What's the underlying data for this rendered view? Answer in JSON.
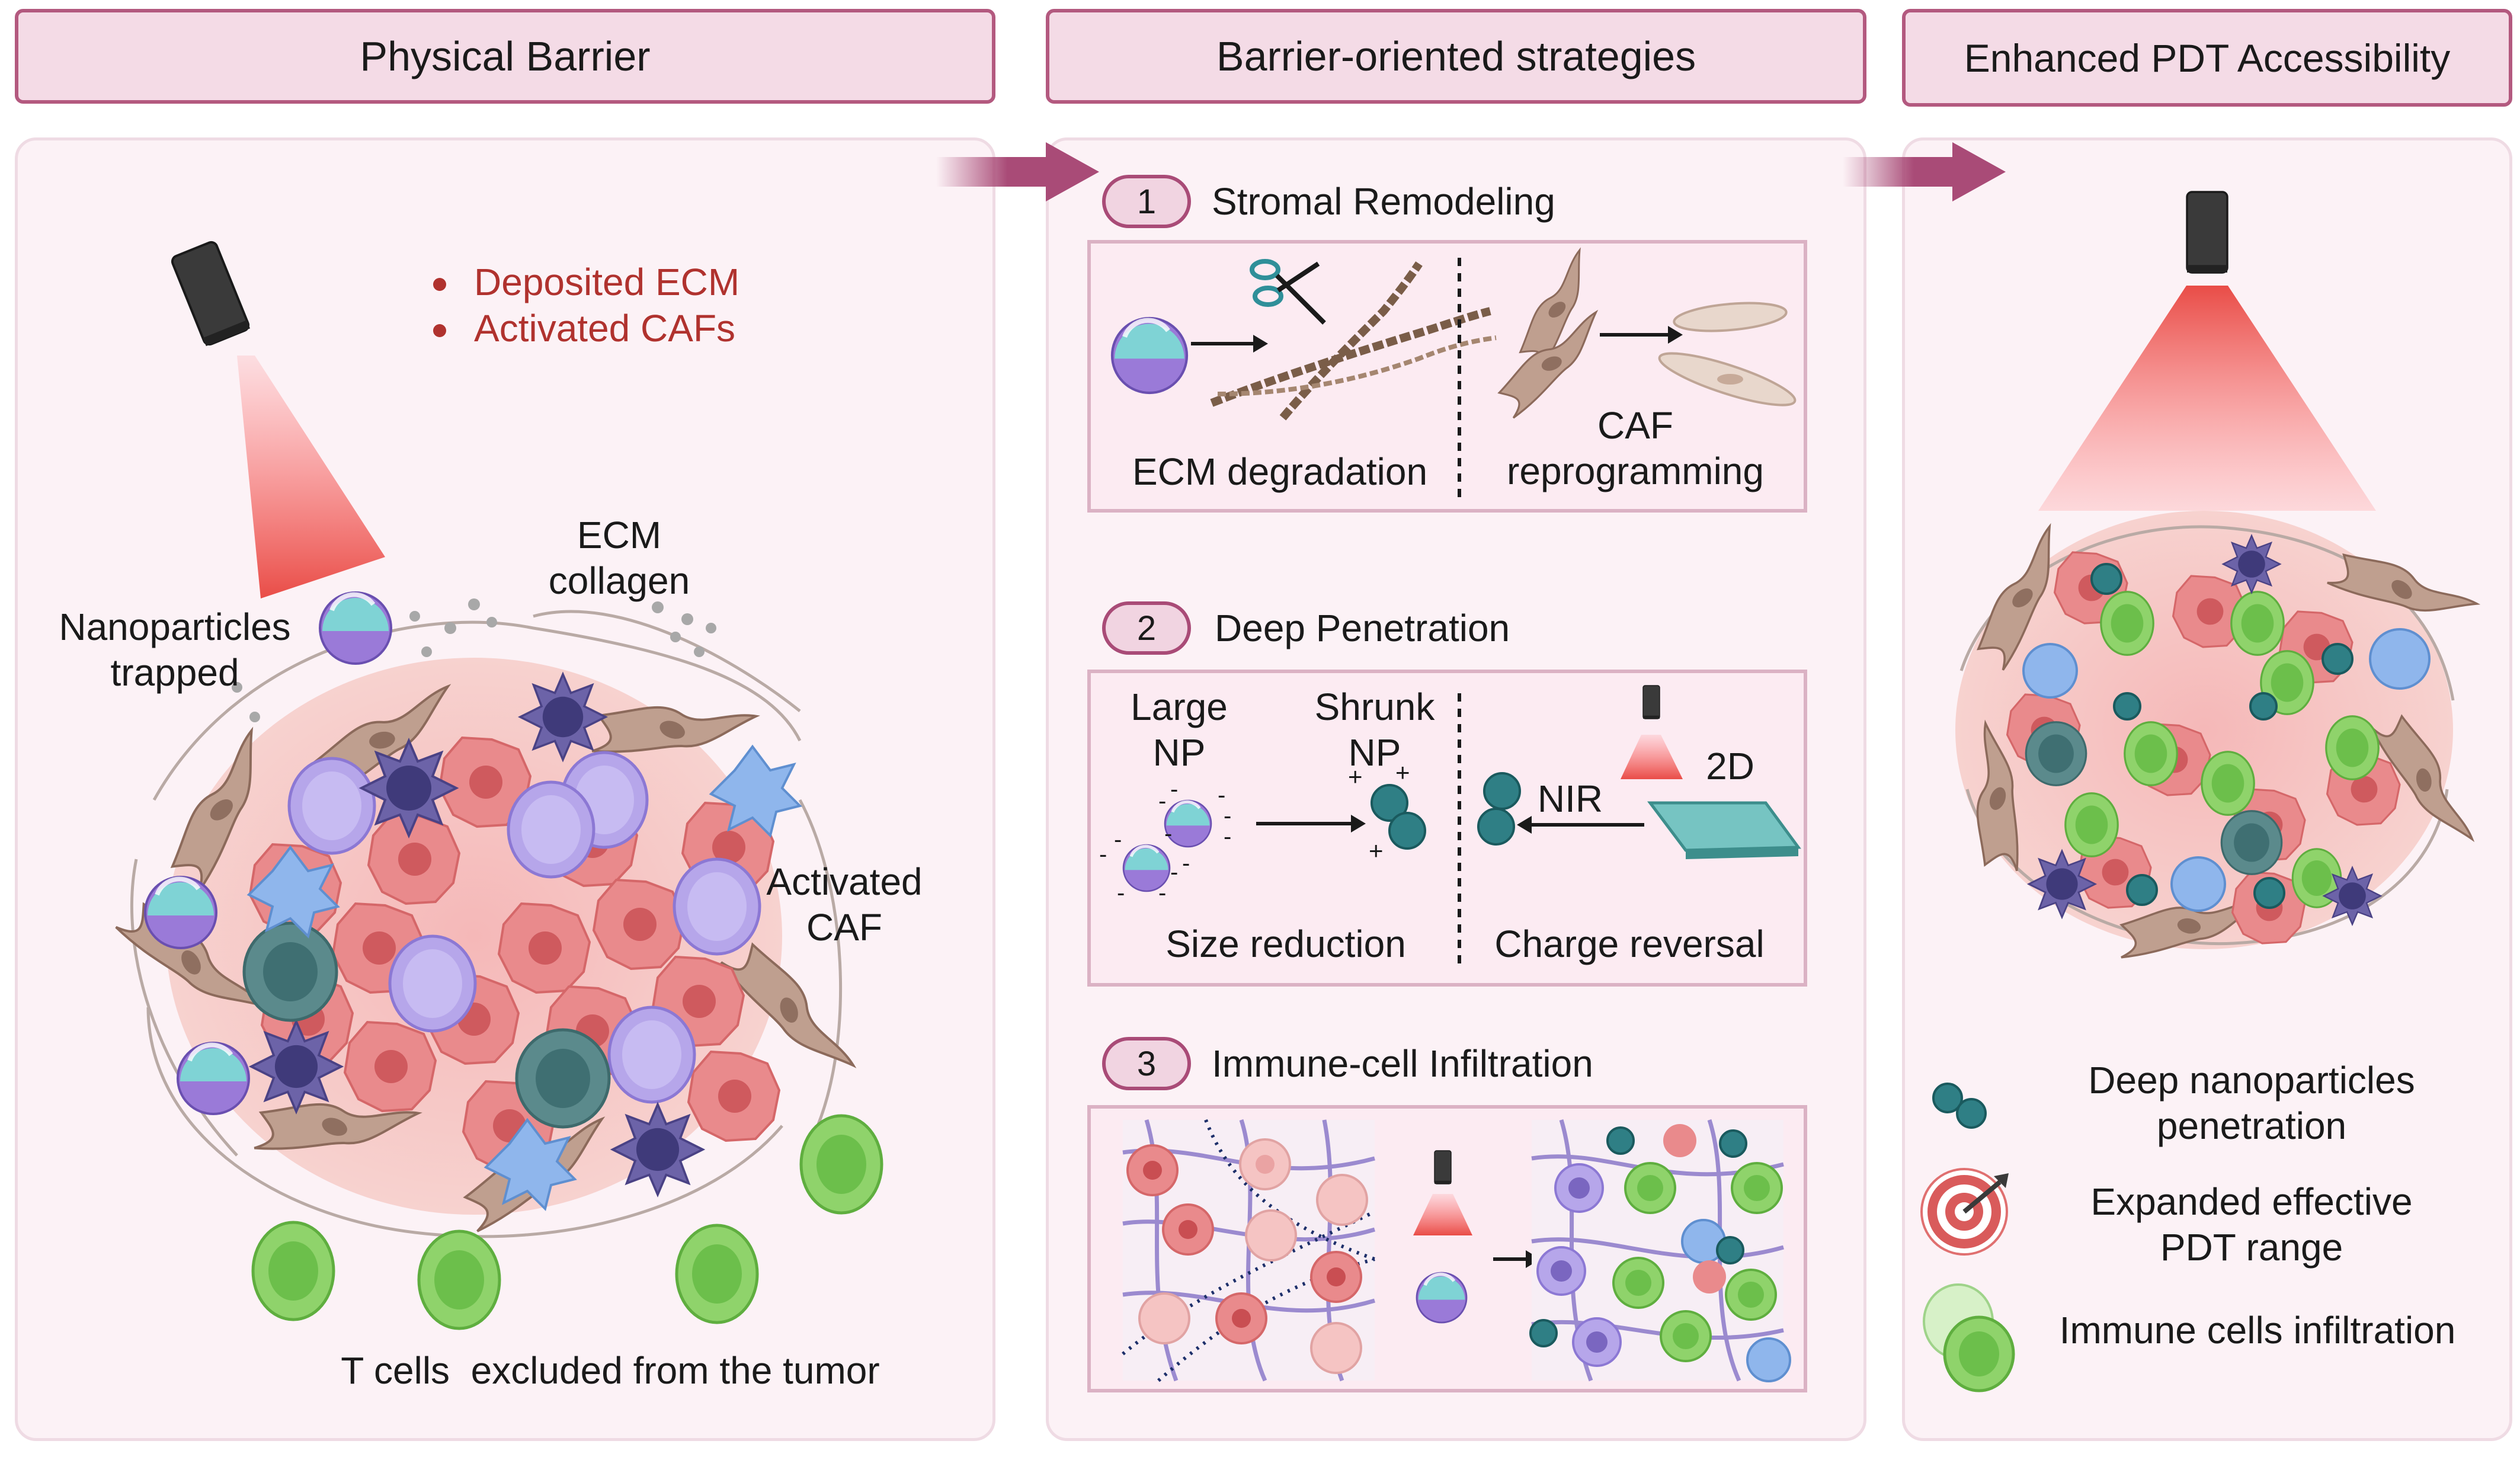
{
  "headers": {
    "left": "Physical Barrier",
    "middle": "Barrier-oriented strategies",
    "right": "Enhanced PDT Accessibility"
  },
  "left_panel": {
    "bullets": [
      "Deposited ECM",
      "Activated CAFs"
    ],
    "label_nanoparticles": "Nanoparticles\ntrapped",
    "label_ecm": "ECM\ncollagen",
    "label_caf": "Activated\nCAF",
    "caption": "T cells  excluded from the tumor"
  },
  "strategies": [
    {
      "number": "1",
      "title": "Stromal Remodeling",
      "left_caption": "ECM degradation",
      "right_caption": "CAF\nreprogramming"
    },
    {
      "number": "2",
      "title": "Deep Penetration",
      "large_np": "Large\nNP",
      "shrunk_np": "Shrunk\nNP",
      "nir": "NIR",
      "two_d": "2D",
      "left_caption": "Size reduction",
      "right_caption": "Charge reversal"
    },
    {
      "number": "3",
      "title": "Immune-cell Infiltration"
    }
  ],
  "legend": [
    {
      "icon": "nanoparticle-pair-icon",
      "label": "Deep nanoparticles\npenetration"
    },
    {
      "icon": "target-icon",
      "label": "Expanded effective\nPDT range"
    },
    {
      "icon": "immune-cells-icon",
      "label": "Immune cells infiltration"
    }
  ],
  "colors": {
    "accent": "#a94b77",
    "header_fill": "#f4dbe6",
    "panel_fill": "#fcf2f6",
    "bullet_red": "#b0322e",
    "nir_red": "#e8443e"
  }
}
